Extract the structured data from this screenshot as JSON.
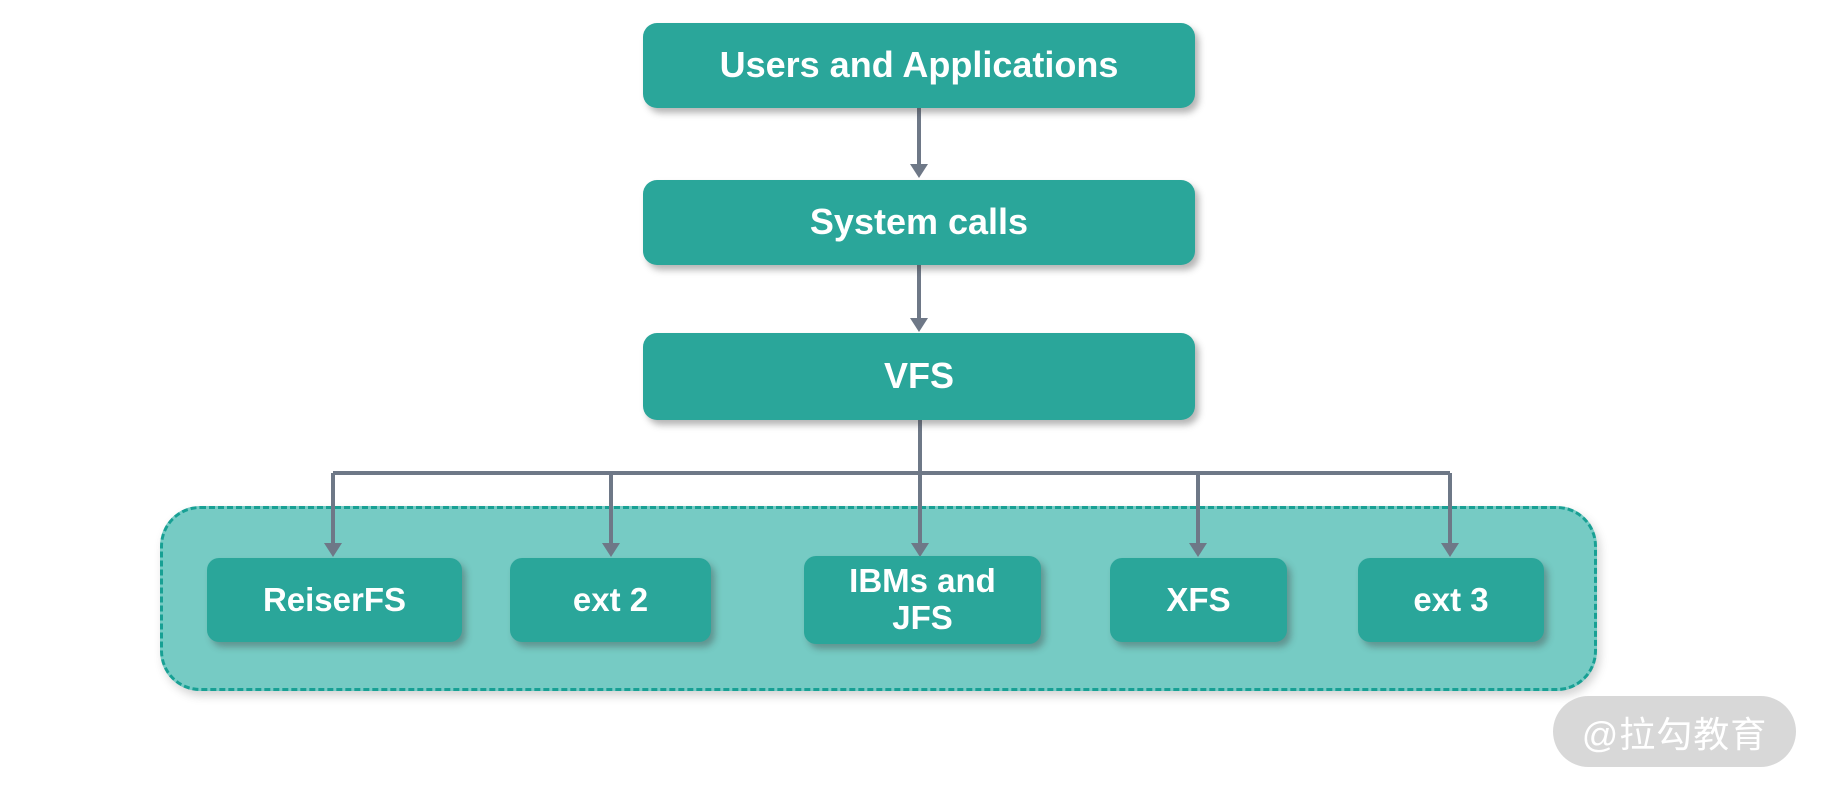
{
  "nodes": {
    "users": {
      "label": "Users and Applications"
    },
    "system_calls": {
      "label": "System calls"
    },
    "vfs": {
      "label": "VFS"
    },
    "filesystems": [
      {
        "id": "reiserfs",
        "label": "ReiserFS"
      },
      {
        "id": "ext2",
        "label": "ext 2"
      },
      {
        "id": "ibms-jfs",
        "label": "IBMs and\nJFS"
      },
      {
        "id": "xfs",
        "label": "XFS"
      },
      {
        "id": "ext3",
        "label": "ext 3"
      }
    ]
  },
  "watermark": {
    "label": "@拉勾教育"
  },
  "colors": {
    "node_fill": "#2aa69a",
    "node_text": "#ffffff",
    "container_fill": "#76cbc4",
    "container_border": "#18a094",
    "connector": "#6e7887",
    "watermark_bg": "#d8d8d8",
    "watermark_text": "#ffffff"
  }
}
